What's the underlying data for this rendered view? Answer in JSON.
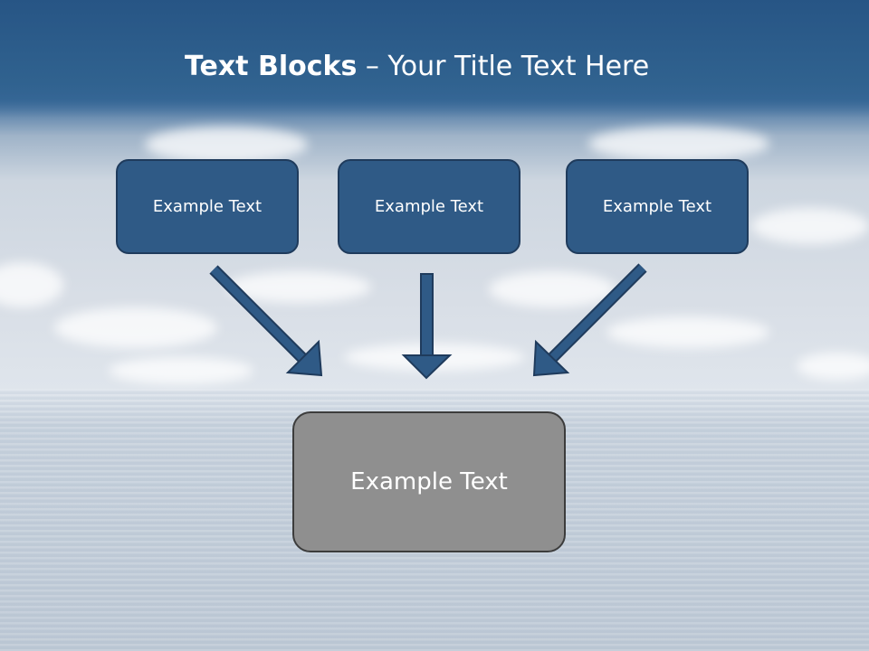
{
  "title": {
    "bold": "Text Blocks",
    "dash": " – ",
    "rest": "Your Title Text Here"
  },
  "top_boxes": [
    {
      "label": "Example Text"
    },
    {
      "label": "Example Text"
    },
    {
      "label": "Example Text"
    }
  ],
  "bottom_box": {
    "label": "Example Text"
  },
  "colors": {
    "top_box_fill": "#2f5a86",
    "bottom_box_fill": "#8f8f8f",
    "arrow_fill": "#2f5a86",
    "header": "#275585"
  }
}
